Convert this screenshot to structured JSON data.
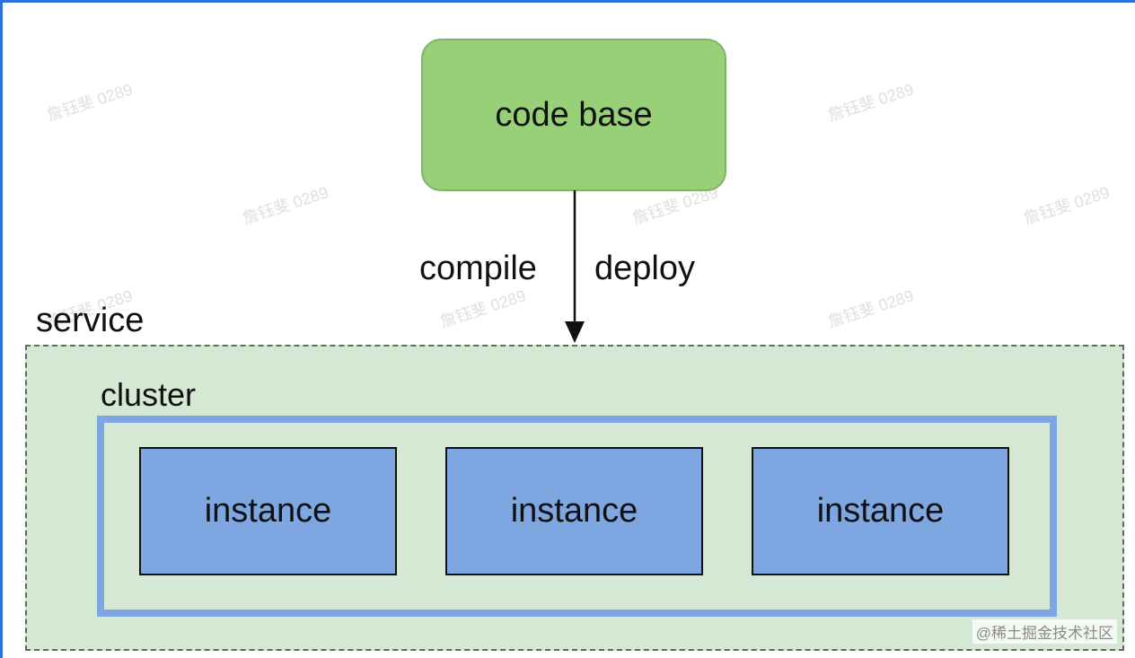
{
  "nodes": {
    "code_base": "code base",
    "service": "service",
    "cluster": "cluster",
    "instances": [
      "instance",
      "instance",
      "instance"
    ]
  },
  "edge_labels": {
    "left": "compile",
    "right": "deploy"
  },
  "watermark": {
    "text": "詹钰斐 0289",
    "credit": "@稀土掘金技术社区"
  },
  "colors": {
    "code_base_fill": "#97d077",
    "code_base_border": "#82b366",
    "service_fill": "#d5e8d4",
    "service_border": "#666666",
    "cluster_border": "#7ea6e0",
    "instance_fill": "#7ea6e0",
    "frame_accent": "#2f6fe0"
  }
}
